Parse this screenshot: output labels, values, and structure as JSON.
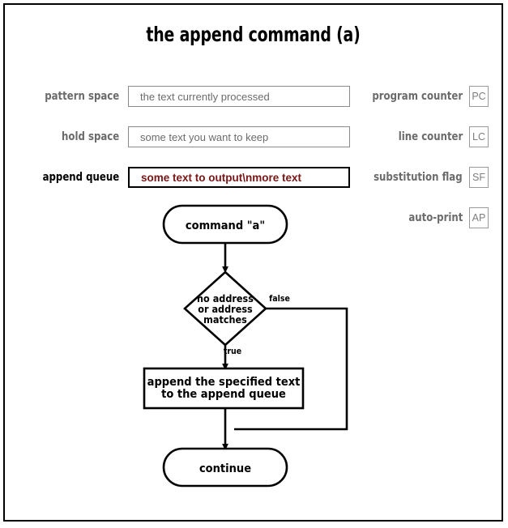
{
  "title": "the append command (a)",
  "registers": [
    {
      "label": "pattern space",
      "value": "the text currently processed",
      "active": false
    },
    {
      "label": "hold space",
      "value": "some text you want to keep",
      "active": false
    },
    {
      "label": "append queue",
      "value": "some text to output\\nmore text",
      "active": true
    }
  ],
  "flags": [
    {
      "label": "program counter",
      "badge": "PC"
    },
    {
      "label": "line counter",
      "badge": "LC"
    },
    {
      "label": "substitution flag",
      "badge": "SF"
    },
    {
      "label": "auto-print",
      "badge": "AP"
    }
  ],
  "flowchart": {
    "start_node": "command \"a\"",
    "decision_line1": "no address",
    "decision_line2": "or address",
    "decision_line3": "matches",
    "edge_false": "false",
    "edge_true": "true",
    "process_line1": "append the specified text",
    "process_line2": "to the append queue",
    "end_node": "continue"
  },
  "colors": {
    "active_text": "#7a1515",
    "muted_text": "#6b6b6b",
    "border": "#000000",
    "field_border": "#8a8a8a"
  }
}
